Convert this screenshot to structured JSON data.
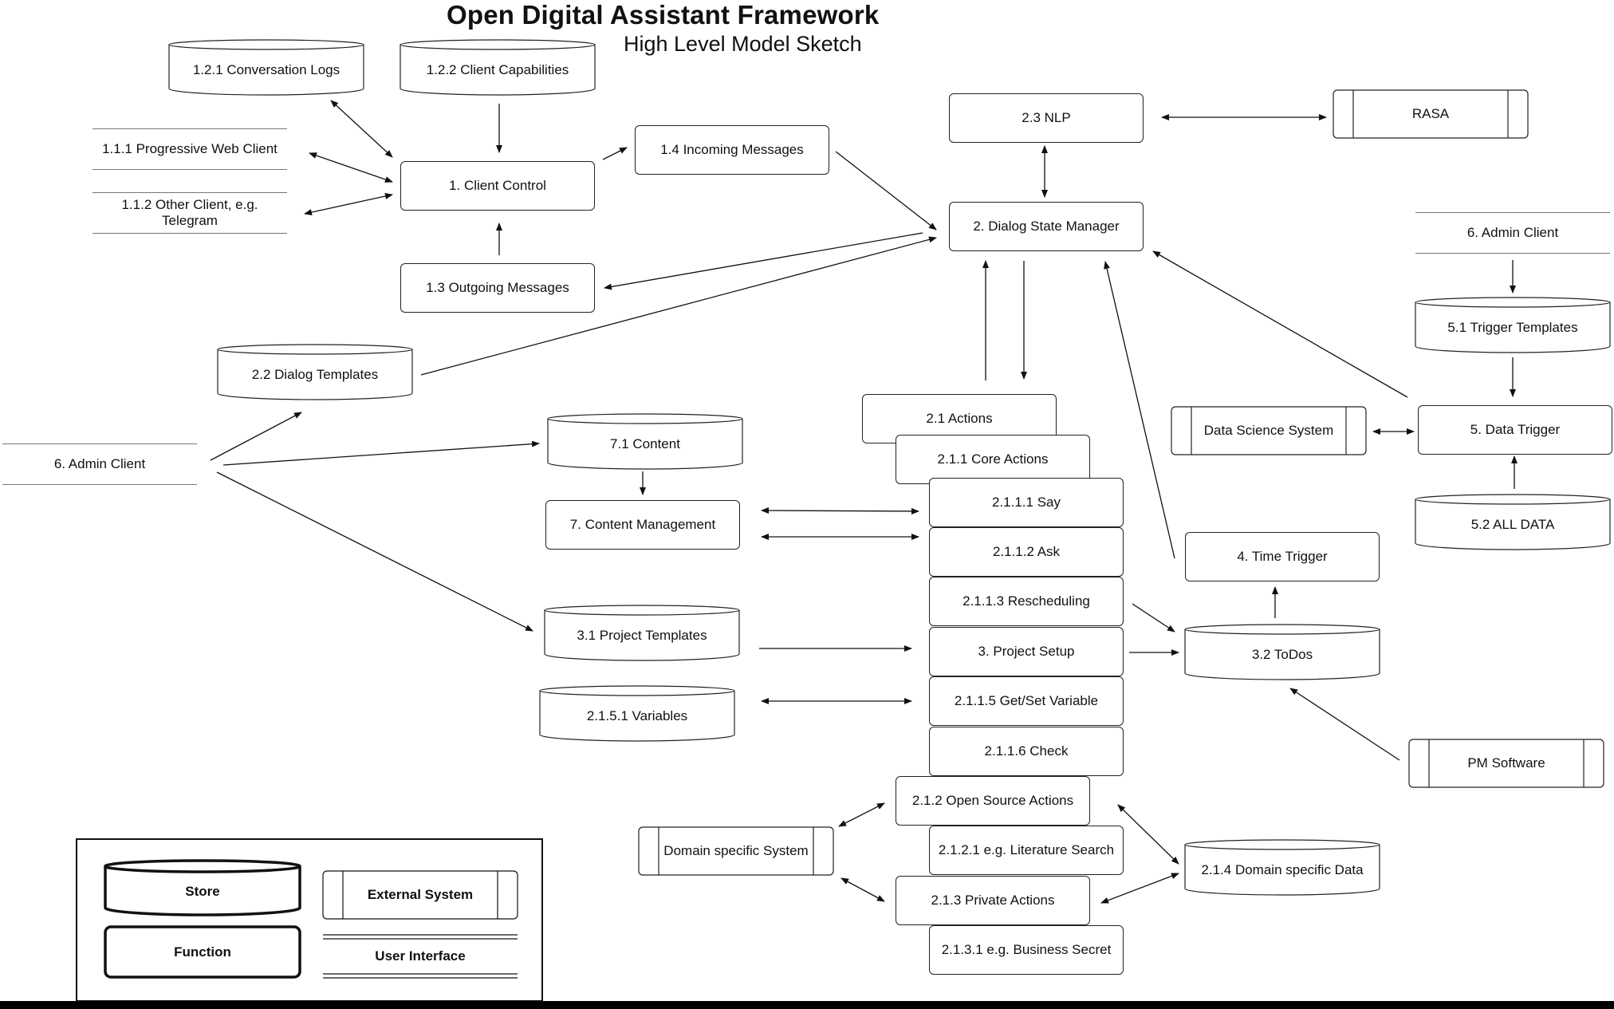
{
  "title": "Open Digital Assistant Framework",
  "subtitle": "High Level Model Sketch",
  "nodes": {
    "conv_logs": "1.2.1 Conversation Logs",
    "client_caps": "1.2.2 Client Capabilities",
    "pwa_client": "1.1.1 Progressive Web Client",
    "other_client": "1.1.2 Other Client, e.g. Telegram",
    "client_control": "1. Client Control",
    "incoming": "1.4 Incoming Messages",
    "outgoing": "1.3 Outgoing Messages",
    "nlp": "2.3 NLP",
    "rasa": "RASA",
    "dsm": "2. Dialog State Manager",
    "admin_client_right": "6. Admin Client",
    "trigger_templates": "5.1 Trigger Templates",
    "dialog_templates": "2.2 Dialog Templates",
    "actions": "2.1 Actions",
    "core_actions": "2.1.1 Core Actions",
    "data_science": "Data Science System",
    "data_trigger": "5. Data Trigger",
    "admin_client_left": "6. Admin Client",
    "content": "7.1 Content",
    "say": "2.1.1.1 Say",
    "content_mgmt": "7. Content Management",
    "ask": "2.1.1.2 Ask",
    "all_data": "5.2 ALL DATA",
    "time_trigger": "4. Time Trigger",
    "rescheduling": "2.1.1.3 Rescheduling",
    "project_templates": "3.1 Project Templates",
    "project_setup": "3. Project Setup",
    "todos": "3.2 ToDos",
    "variables": "2.1.5.1 Variables",
    "getset": "2.1.1.5 Get/Set Variable",
    "check": "2.1.1.6 Check",
    "pm_software": "PM Software",
    "open_source": "2.1.2 Open Source Actions",
    "domain_system": "Domain specific System",
    "lit_search": "2.1.2.1 e.g. Literature Search",
    "domain_data": "2.1.4 Domain specific Data",
    "private_actions": "2.1.3 Private Actions",
    "business_secret": "2.1.3.1 e.g. Business Secret"
  },
  "legend": {
    "store": "Store",
    "external": "External System",
    "function": "Function",
    "ui": "User Interface"
  }
}
